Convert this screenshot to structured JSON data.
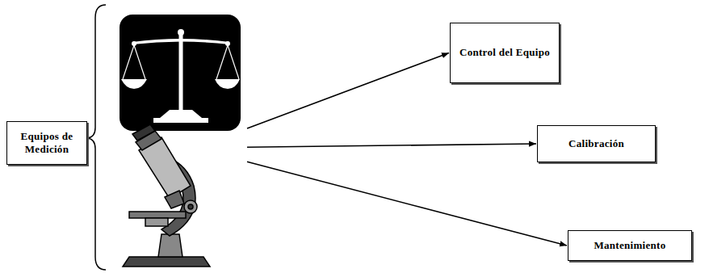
{
  "diagram": {
    "nodes": [
      {
        "text": [
          "Equipos de Medición"
        ]
      },
      {
        "text": [
          "Control del Equipo"
        ]
      },
      {
        "text": [
          "Calibración"
        ]
      },
      {
        "text": [
          "Mantenimiento"
        ]
      }
    ],
    "edges": [
      {
        "from": 0,
        "to": 1,
        "arrow": "to"
      },
      {
        "from": 0,
        "to": 2,
        "arrow": "to"
      },
      {
        "from": 0,
        "to": 3,
        "arrow": "to"
      }
    ]
  }
}
